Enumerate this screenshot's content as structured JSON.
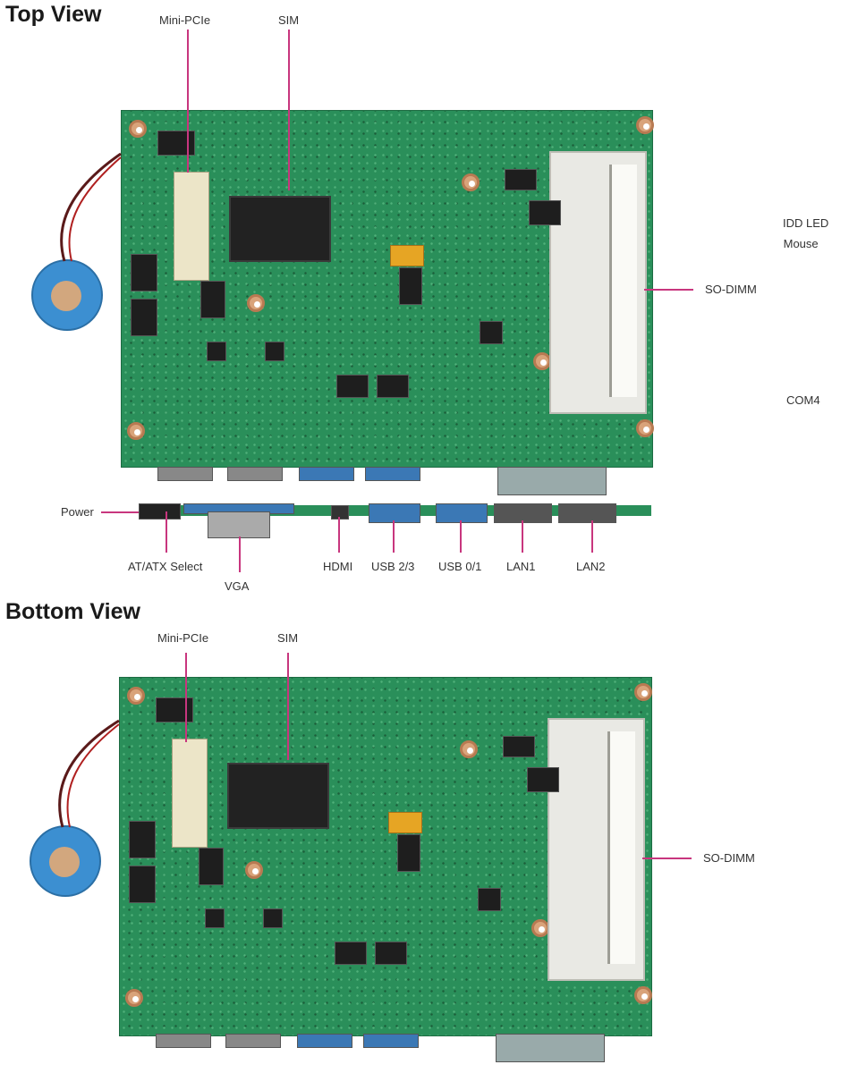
{
  "top_view": {
    "title": "Top View",
    "labels": {
      "mini_pcie": "Mini-PCIe",
      "sim": "SIM",
      "so_dimm": "SO-DIMM",
      "hdd_led": "IDD LED",
      "mouse": " Mouse",
      "com4": "COM4",
      "power": "Power",
      "at_atx_select": "AT/ATX Select",
      "vga": "VGA",
      "hdmi": "HDMI",
      "usb23": "USB 2/3",
      "usb01": "USB 0/1",
      "lan1": "LAN1",
      "lan2": "LAN2"
    }
  },
  "bottom_view": {
    "title": "Bottom View",
    "labels": {
      "mini_pcie": "Mini-PCIe",
      "sim": "SIM",
      "so_dimm": "SO-DIMM"
    }
  },
  "colors": {
    "leader_line": "#c8367e",
    "pcb": "#2a8f5a",
    "battery": "#3c8fd1"
  }
}
